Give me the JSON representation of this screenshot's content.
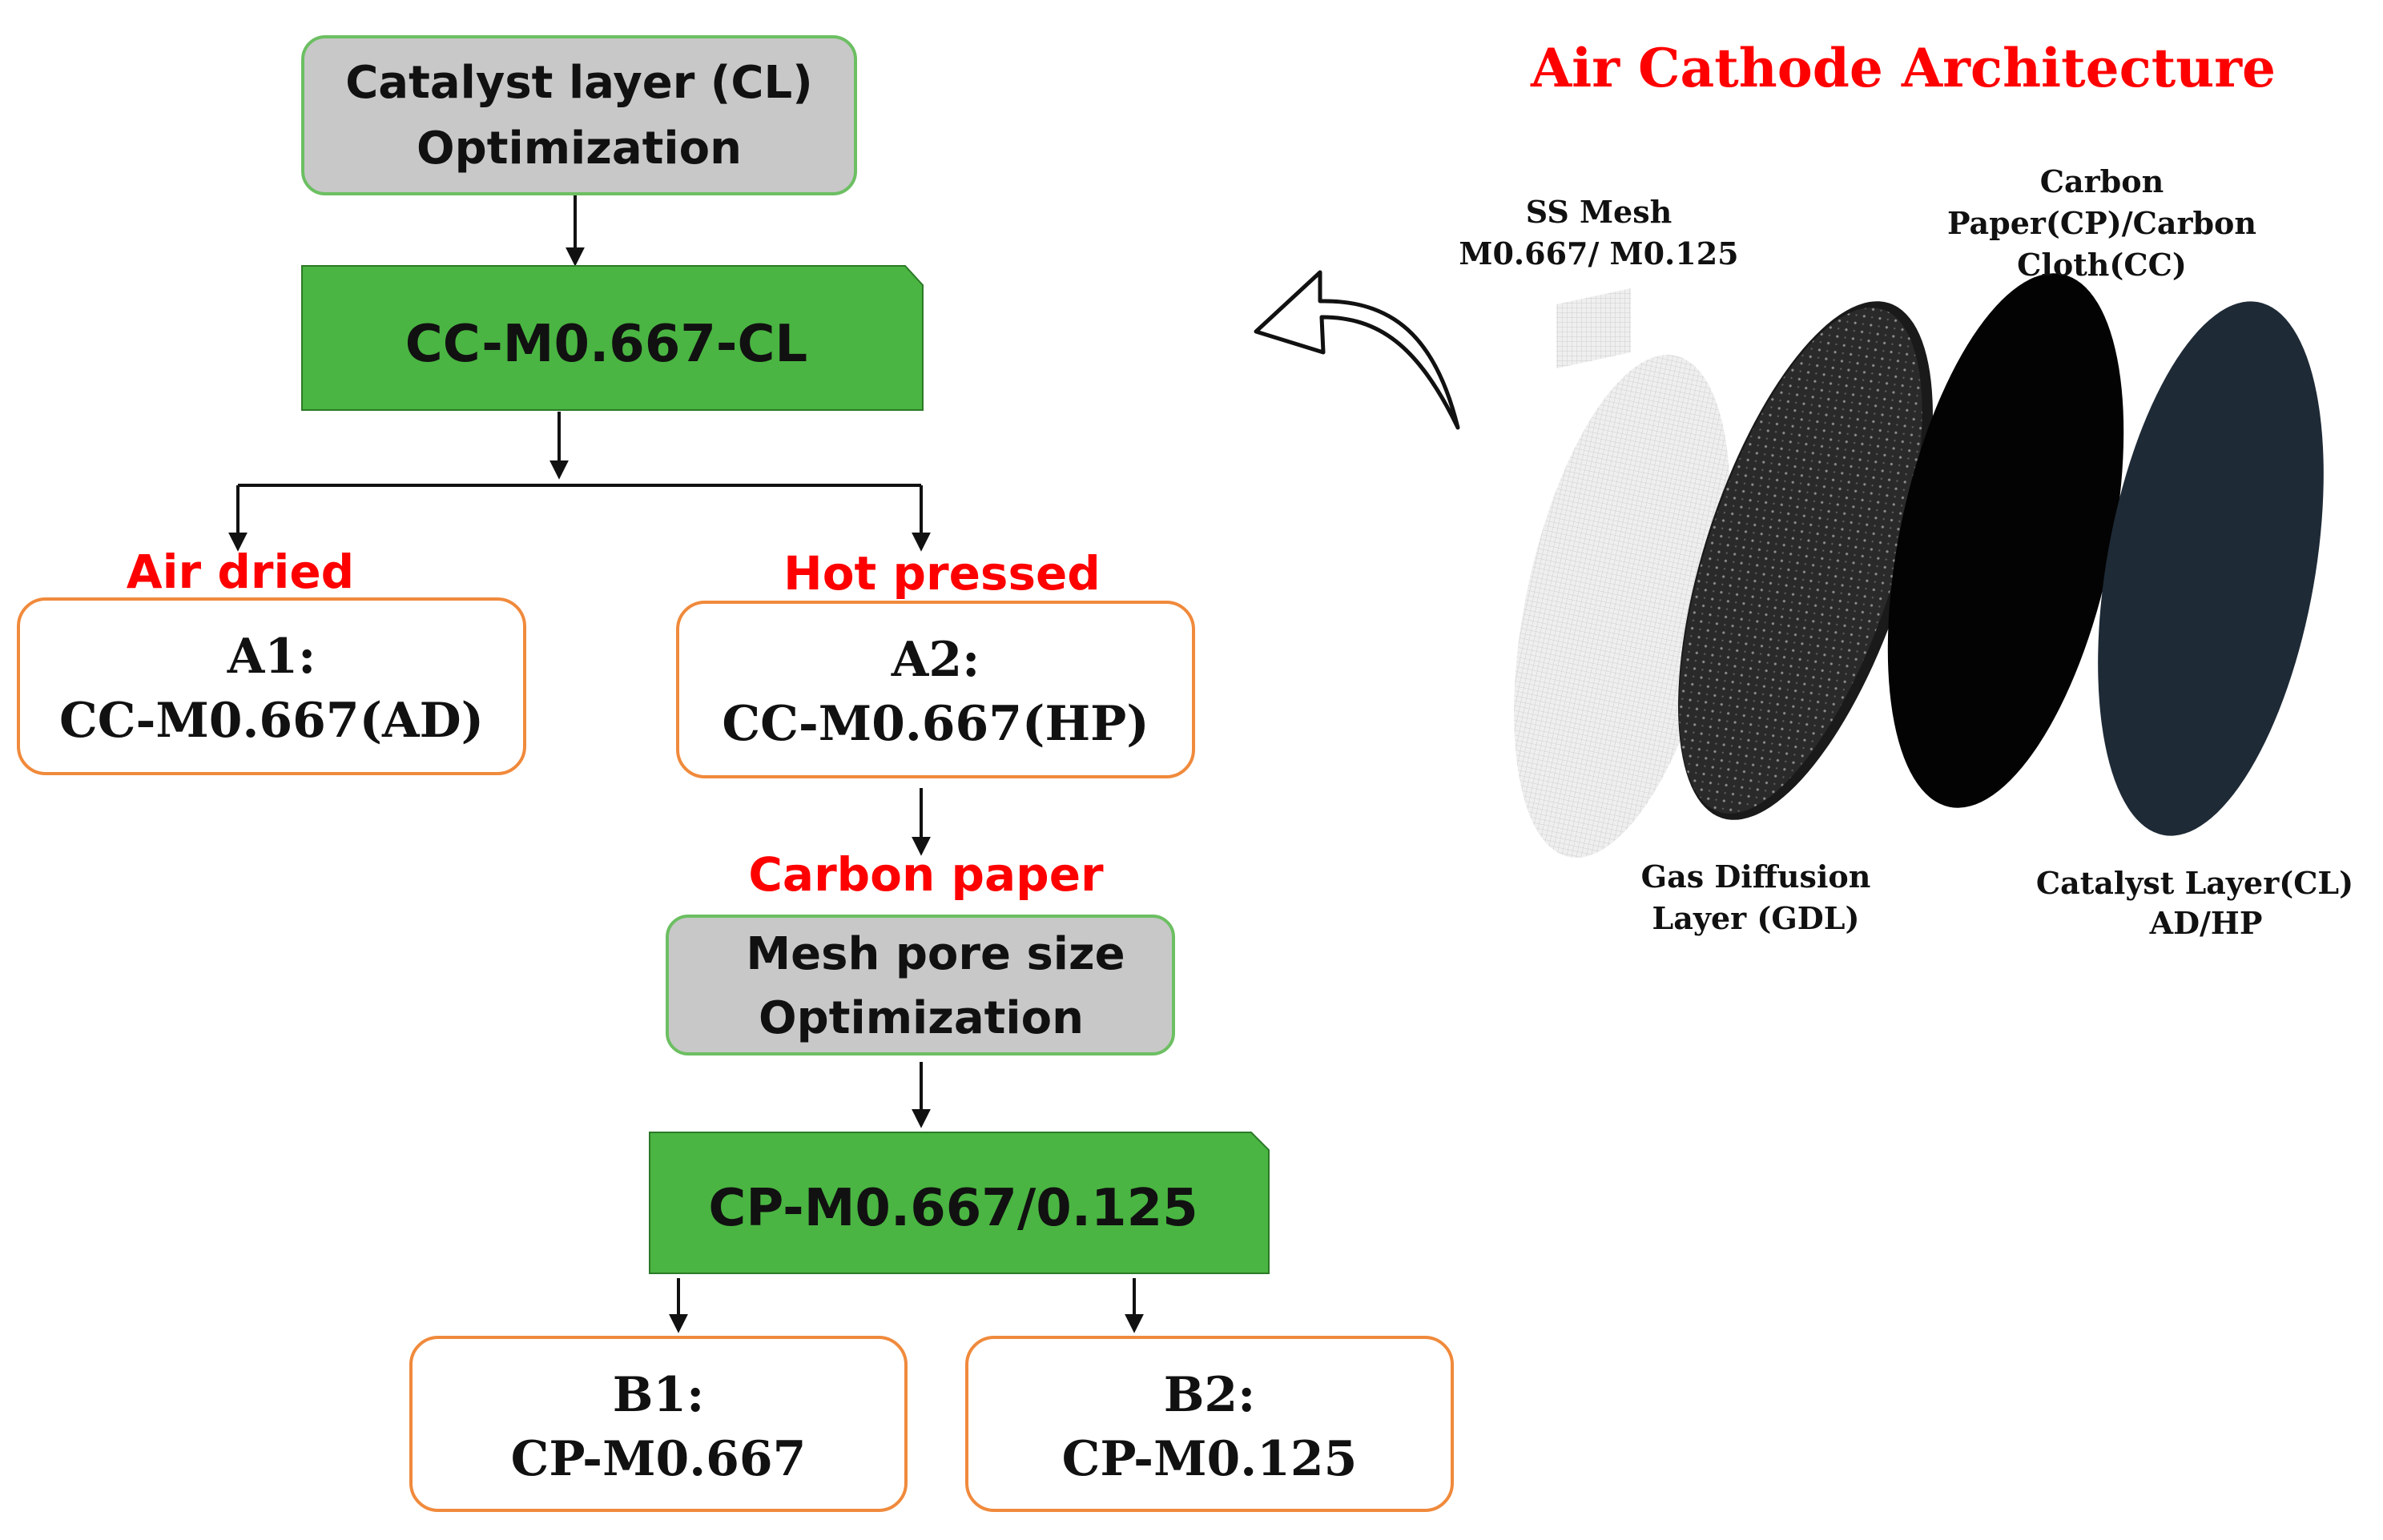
{
  "flowchart": {
    "cl_box": {
      "line1": "Catalyst layer (CL)",
      "line2": "Optimization"
    },
    "cc_box": {
      "label": "CC-M0.667-CL"
    },
    "air_dried_label": "Air dried",
    "hot_pressed_label": "Hot pressed",
    "a1_box": {
      "line1": "A1:",
      "line2": "CC-M0.667(AD)"
    },
    "a2_box": {
      "line1": "A2:",
      "line2": "CC-M0.667(HP)"
    },
    "carbon_paper_label": "Carbon paper",
    "mesh_box": {
      "line1": "Mesh pore size",
      "line2": "Optimization"
    },
    "cp_box": {
      "label": "CP-M0.667/0.125"
    },
    "b1_box": {
      "line1": "B1:",
      "line2": "CP-M0.667"
    },
    "b2_box": {
      "line1": "B2:",
      "line2": "CP-M0.125"
    }
  },
  "architecture": {
    "title": "Air Cathode Architecture",
    "ss_mesh": {
      "line1": "SS Mesh",
      "line2": "M0.667/ M0.125"
    },
    "carbon_paper": {
      "line1": "Carbon",
      "line2": "Paper(CP)/Carbon",
      "line3": "Cloth(CC)"
    },
    "gdl": {
      "line1": "Gas Diffusion",
      "line2": "Layer (GDL)"
    },
    "catalyst_layer": {
      "line1": "Catalyst Layer(CL)",
      "line2": "AD/HP"
    }
  },
  "colors": {
    "red_label": "#ff0000",
    "green_box": "#4ab542",
    "gray_box": "#c8c8c8",
    "box_border_green": "#6cbf62",
    "box_border_orange": "#f08a3c",
    "gdl_disc": "#2b2b2b",
    "cp_disc": "#030303",
    "cl_disc": "#1e2a36",
    "mesh_disc": "#e9e9e9"
  }
}
